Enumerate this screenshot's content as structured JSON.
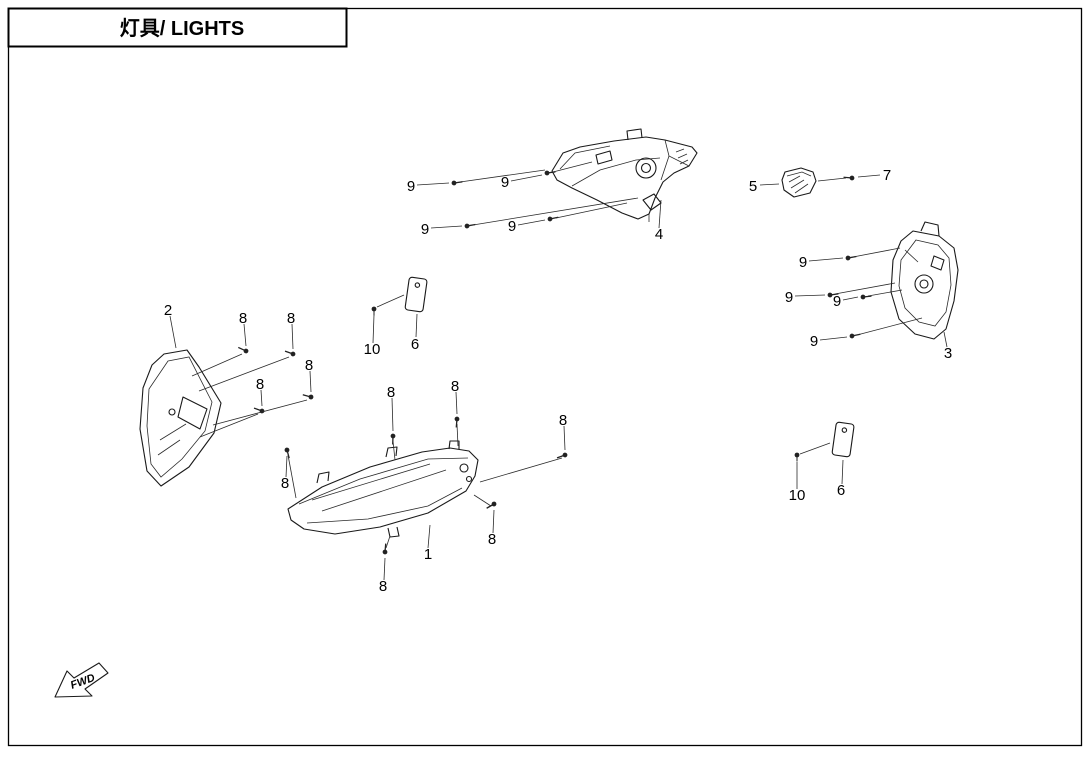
{
  "page": {
    "title": "灯具/ LIGHTS",
    "fwd_label": "FWD"
  },
  "callouts": [
    {
      "label": "9"
    },
    {
      "label": "9"
    },
    {
      "label": "9"
    },
    {
      "label": "9"
    },
    {
      "label": "4"
    },
    {
      "label": "5"
    },
    {
      "label": "7"
    },
    {
      "label": "9"
    },
    {
      "label": "9"
    },
    {
      "label": "9"
    },
    {
      "label": "9"
    },
    {
      "label": "3"
    },
    {
      "label": "2"
    },
    {
      "label": "8"
    },
    {
      "label": "8"
    },
    {
      "label": "8"
    },
    {
      "label": "8"
    },
    {
      "label": "10"
    },
    {
      "label": "6"
    },
    {
      "label": "8"
    },
    {
      "label": "8"
    },
    {
      "label": "8"
    },
    {
      "label": "8"
    },
    {
      "label": "1"
    },
    {
      "label": "8"
    },
    {
      "label": "8"
    },
    {
      "label": "10"
    },
    {
      "label": "6"
    }
  ]
}
